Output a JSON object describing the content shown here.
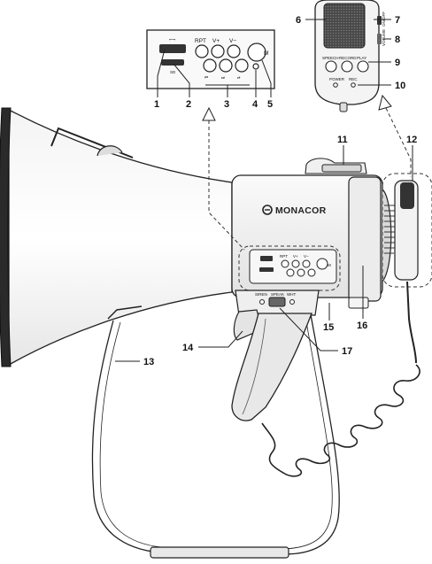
{
  "brand": "MONACOR",
  "callouts": [
    "1",
    "2",
    "3",
    "4",
    "5",
    "6",
    "7",
    "8",
    "9",
    "10",
    "11",
    "12",
    "13",
    "14",
    "15",
    "16",
    "17"
  ],
  "control_panel": {
    "usb_symbol": "⭠⭢",
    "sd_label": "SD",
    "buttons_top": [
      "RPT",
      "V+",
      "V−"
    ],
    "buttons_bottom": [
      "⏮",
      "⏭",
      "⏯"
    ],
    "mode_button": "M"
  },
  "microphone": {
    "side_label_on_off": "ON/OFF",
    "side_label_volume": "VOLUME",
    "buttons": [
      "SPEECH",
      "RECORD",
      "PLAY"
    ],
    "leds": [
      "POWER",
      "REC"
    ]
  },
  "handle_switch": [
    "SIREN",
    "SPEAK",
    "WHT"
  ]
}
